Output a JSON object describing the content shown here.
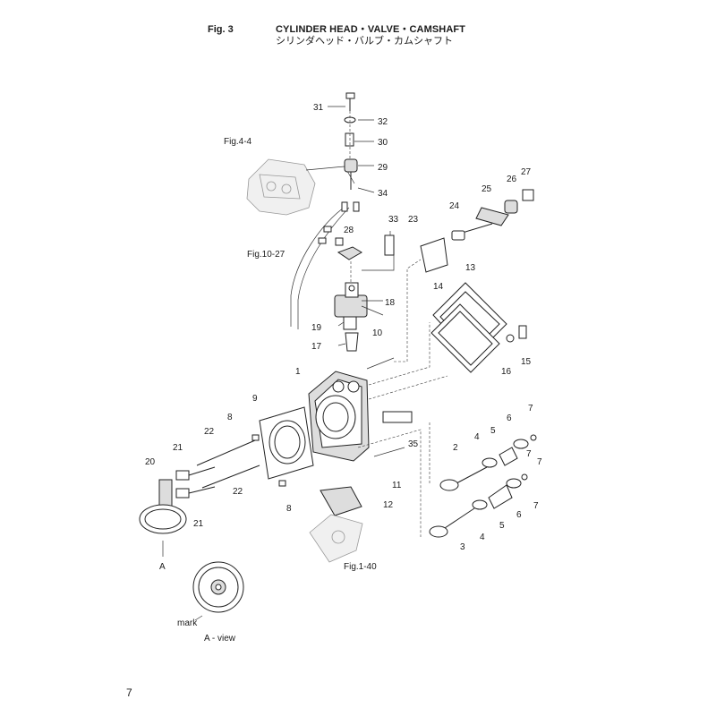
{
  "header": {
    "fig_number": "Fig. 3",
    "title_en": "CYLINDER HEAD・VALVE・CAMSHAFT",
    "title_jp": "シリンダヘッド・バルブ・カムシャフト"
  },
  "callouts": {
    "n1": "1",
    "n2": "2",
    "n3": "3",
    "n4a": "4",
    "n4b": "4",
    "n5a": "5",
    "n5b": "5",
    "n6a": "6",
    "n6b": "6",
    "n7a": "7",
    "n7b": "7",
    "n7c": "7",
    "n7d": "7",
    "n8a": "8",
    "n8b": "8",
    "n9": "9",
    "n10": "10",
    "n11": "11",
    "n12": "12",
    "n13": "13",
    "n14": "14",
    "n15": "15",
    "n16": "16",
    "n17": "17",
    "n18": "18",
    "n19": "19",
    "n20": "20",
    "n21a": "21",
    "n21b": "21",
    "n22a": "22",
    "n22b": "22",
    "n23": "23",
    "n24": "24",
    "n25": "25",
    "n26": "26",
    "n27": "27",
    "n28": "28",
    "n29": "29",
    "n30": "30",
    "n31": "31",
    "n32": "32",
    "n33": "33",
    "n34": "34",
    "n35": "35"
  },
  "references": {
    "fig_4_4": "Fig.4-4",
    "fig_10_27": "Fig.10-27",
    "fig_1_40": "Fig.1-40"
  },
  "view": {
    "arrow_label": "A",
    "mark_label": "mark",
    "view_label": "A - view"
  },
  "page_number": "7"
}
